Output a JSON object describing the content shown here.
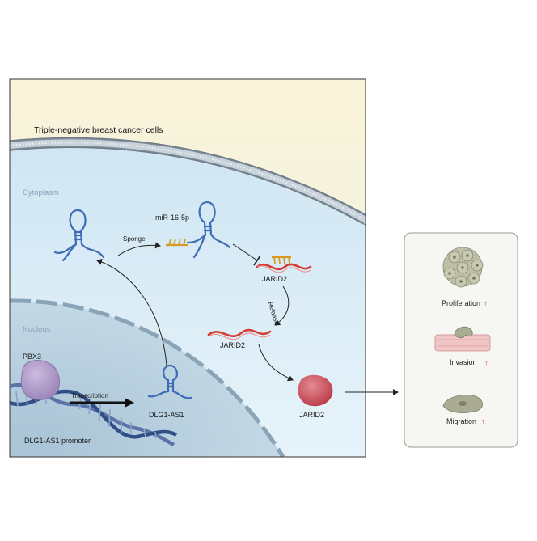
{
  "diagram": {
    "cell_label": "Triple-negative breast cancer cells",
    "cytoplasm_label": "Cytoplasm",
    "nucleus_label": "Nucleus",
    "pbx3_label": "PBX3",
    "promoter_label": "DLG1-AS1 promoter",
    "transcription_label": "Transcription",
    "dlg1_as1_label": "DLG1-AS1",
    "sponge_label": "Sponge",
    "mirna_label": "miR-16-5p",
    "jarid2_mrna_bound_label": "JARID2",
    "release_label": "Release",
    "jarid2_mrna_free_label": "JARID2",
    "jarid2_protein_label": "JARID2"
  },
  "outcomes": {
    "items": [
      {
        "label": "Proliferation",
        "arrow": "↑"
      },
      {
        "label": "Invasion",
        "arrow": "↑"
      },
      {
        "label": "Migration",
        "arrow": "↑"
      }
    ]
  },
  "colors": {
    "extracellular": "#f7f1d8",
    "cytoplasm": "#d9eef8",
    "nucleus": "#bcd3e1",
    "rna": "#3d6db5",
    "mirna": "#d79a27",
    "mrna": "#d33d35",
    "protein": "#c8505b",
    "pbx3": "#b6a0cc"
  }
}
